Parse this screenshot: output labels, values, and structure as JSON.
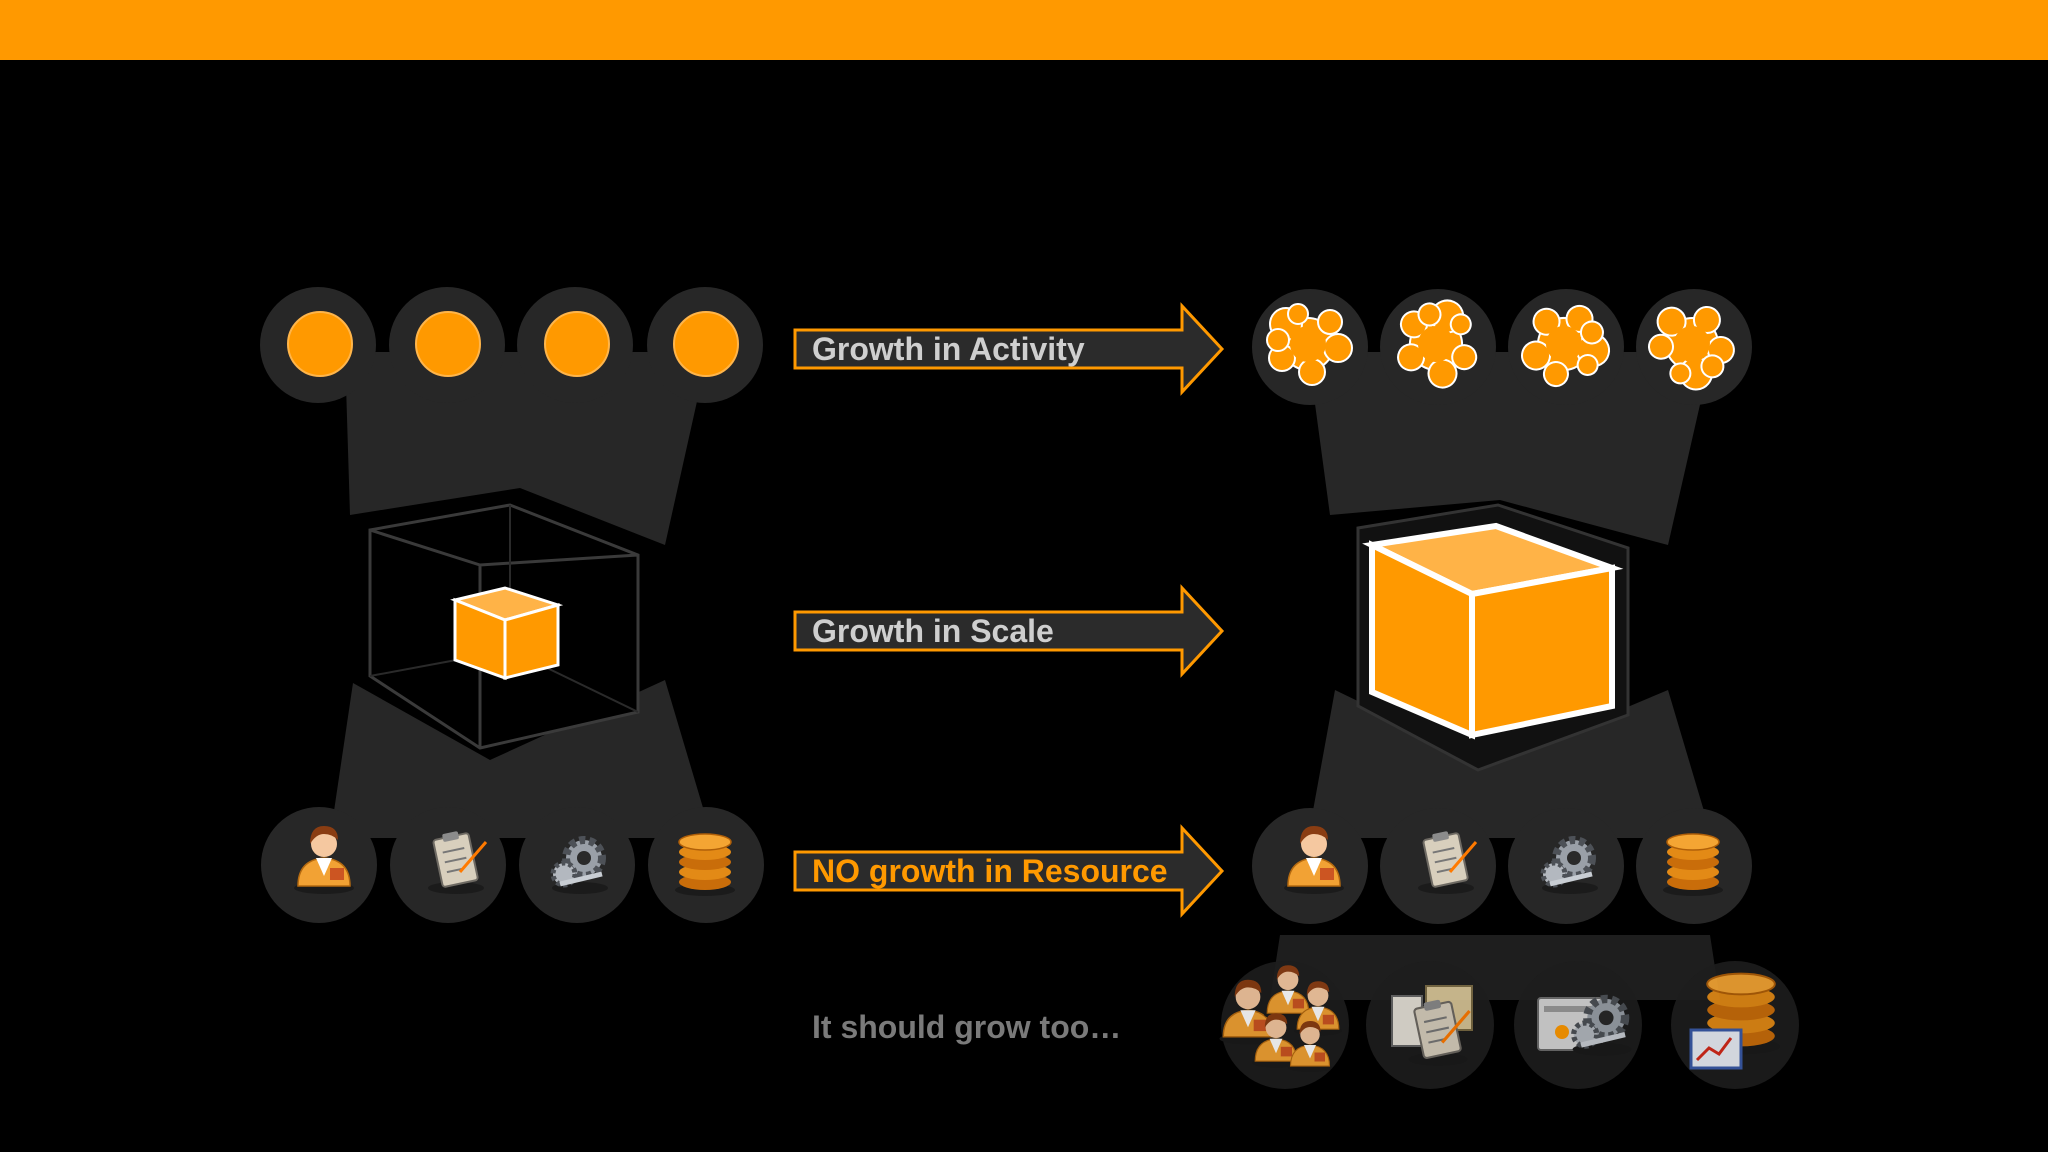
{
  "colors": {
    "accent": "#ff9900",
    "background": "#000000",
    "panel": "#272727",
    "label_text": "#cfcfcf",
    "highlight_text": "#ff9900",
    "muted_text": "#7a7a7a"
  },
  "arrows": [
    {
      "label": "Growth in Activity",
      "highlight": false
    },
    {
      "label": "Growth in Scale",
      "highlight": false
    },
    {
      "label": "NO growth in Resource",
      "highlight": true
    }
  ],
  "footnote": "It should grow too…",
  "resource_icons": [
    "person-icon",
    "clipboard-icon",
    "gears-icon",
    "coins-icon"
  ],
  "grown_resource_icons": [
    "people-group-icon",
    "folder-documents-icon",
    "server-settings-icon",
    "coins-chart-icon"
  ]
}
